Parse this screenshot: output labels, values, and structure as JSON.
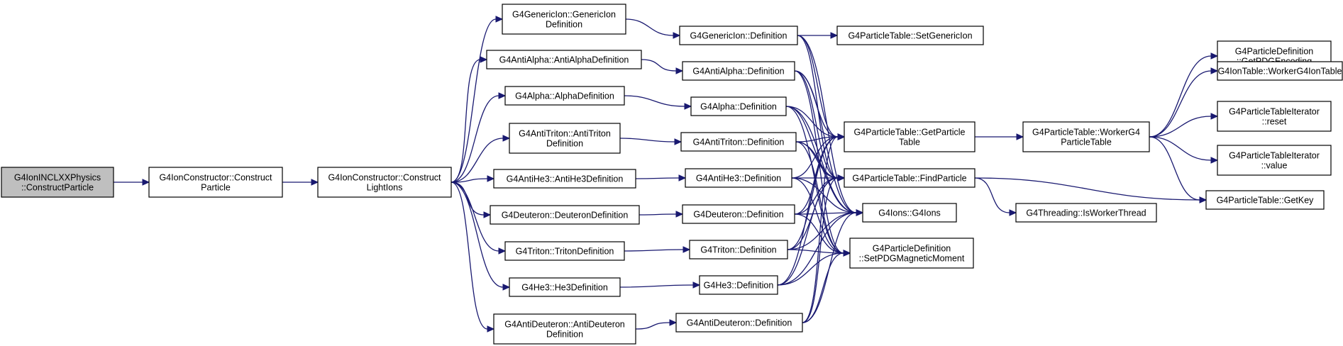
{
  "colors": {
    "edge": "#191970",
    "root_fill": "#bfbfbf",
    "node_fill": "#ffffff",
    "border": "#000000"
  },
  "nodes": [
    {
      "id": "root",
      "lines": [
        "G4IonINCLXXPhysics",
        "::ConstructParticle"
      ],
      "root": true
    },
    {
      "id": "icp",
      "lines": [
        "G4IonConstructor::Construct",
        "Particle"
      ]
    },
    {
      "id": "icli",
      "lines": [
        "G4IonConstructor::Construct",
        "LightIons"
      ]
    },
    {
      "id": "gi_def",
      "lines": [
        "G4GenericIon::GenericIon",
        "Definition"
      ]
    },
    {
      "id": "aa_def",
      "lines": [
        "G4AntiAlpha::AntiAlphaDefinition"
      ]
    },
    {
      "id": "al_def",
      "lines": [
        "G4Alpha::AlphaDefinition"
      ]
    },
    {
      "id": "at_def",
      "lines": [
        "G4AntiTriton::AntiTriton",
        "Definition"
      ]
    },
    {
      "id": "ah_def",
      "lines": [
        "G4AntiHe3::AntiHe3Definition"
      ]
    },
    {
      "id": "de_def",
      "lines": [
        "G4Deuteron::DeuteronDefinition"
      ]
    },
    {
      "id": "tr_def",
      "lines": [
        "G4Triton::TritonDefinition"
      ]
    },
    {
      "id": "he_def",
      "lines": [
        "G4He3::He3Definition"
      ]
    },
    {
      "id": "ad_def",
      "lines": [
        "G4AntiDeuteron::AntiDeuteron",
        "Definition"
      ]
    },
    {
      "id": "gi",
      "lines": [
        "G4GenericIon::Definition"
      ]
    },
    {
      "id": "aa",
      "lines": [
        "G4AntiAlpha::Definition"
      ]
    },
    {
      "id": "al",
      "lines": [
        "G4Alpha::Definition"
      ]
    },
    {
      "id": "at",
      "lines": [
        "G4AntiTriton::Definition"
      ]
    },
    {
      "id": "ah",
      "lines": [
        "G4AntiHe3::Definition"
      ]
    },
    {
      "id": "de",
      "lines": [
        "G4Deuteron::Definition"
      ]
    },
    {
      "id": "tr",
      "lines": [
        "G4Triton::Definition"
      ]
    },
    {
      "id": "he",
      "lines": [
        "G4He3::Definition"
      ]
    },
    {
      "id": "ad",
      "lines": [
        "G4AntiDeuteron::Definition"
      ]
    },
    {
      "id": "sgi",
      "lines": [
        "G4ParticleTable::SetGenericIon"
      ]
    },
    {
      "id": "gpt",
      "lines": [
        "G4ParticleTable::GetParticle",
        "Table"
      ]
    },
    {
      "id": "fp",
      "lines": [
        "G4ParticleTable::FindParticle"
      ]
    },
    {
      "id": "ions",
      "lines": [
        "G4Ions::G4Ions"
      ]
    },
    {
      "id": "spdg",
      "lines": [
        "G4ParticleDefinition",
        "::SetPDGMagneticMoment"
      ]
    },
    {
      "id": "wpt",
      "lines": [
        "G4ParticleTable::WorkerG4",
        "ParticleTable"
      ]
    },
    {
      "id": "iwt",
      "lines": [
        "G4Threading::IsWorkerThread"
      ]
    },
    {
      "id": "gpdg",
      "lines": [
        "G4ParticleDefinition",
        "::GetPDGEncoding"
      ]
    },
    {
      "id": "wit",
      "lines": [
        "G4IonTable::WorkerG4IonTable"
      ]
    },
    {
      "id": "pit_reset",
      "lines": [
        "G4ParticleTableIterator",
        "::reset"
      ]
    },
    {
      "id": "pit_value",
      "lines": [
        "G4ParticleTableIterator",
        "::value"
      ]
    },
    {
      "id": "gk",
      "lines": [
        "G4ParticleTable::GetKey"
      ]
    }
  ],
  "edges": [
    [
      "root",
      "icp"
    ],
    [
      "icp",
      "icli"
    ],
    [
      "icli",
      "gi_def"
    ],
    [
      "icli",
      "aa_def"
    ],
    [
      "icli",
      "al_def"
    ],
    [
      "icli",
      "at_def"
    ],
    [
      "icli",
      "ah_def"
    ],
    [
      "icli",
      "de_def"
    ],
    [
      "icli",
      "tr_def"
    ],
    [
      "icli",
      "he_def"
    ],
    [
      "icli",
      "ad_def"
    ],
    [
      "gi_def",
      "gi"
    ],
    [
      "aa_def",
      "aa"
    ],
    [
      "al_def",
      "al"
    ],
    [
      "at_def",
      "at"
    ],
    [
      "ah_def",
      "ah"
    ],
    [
      "de_def",
      "de"
    ],
    [
      "tr_def",
      "tr"
    ],
    [
      "he_def",
      "he"
    ],
    [
      "ad_def",
      "ad"
    ],
    [
      "gi",
      "sgi"
    ],
    [
      "gi",
      "gpt"
    ],
    [
      "gi",
      "fp"
    ],
    [
      "gi",
      "ions"
    ],
    [
      "aa",
      "gpt"
    ],
    [
      "aa",
      "fp"
    ],
    [
      "aa",
      "ions"
    ],
    [
      "aa",
      "spdg"
    ],
    [
      "al",
      "gpt"
    ],
    [
      "al",
      "fp"
    ],
    [
      "al",
      "ions"
    ],
    [
      "al",
      "spdg"
    ],
    [
      "at",
      "gpt"
    ],
    [
      "at",
      "fp"
    ],
    [
      "at",
      "ions"
    ],
    [
      "at",
      "spdg"
    ],
    [
      "ah",
      "gpt"
    ],
    [
      "ah",
      "fp"
    ],
    [
      "ah",
      "ions"
    ],
    [
      "ah",
      "spdg"
    ],
    [
      "de",
      "gpt"
    ],
    [
      "de",
      "fp"
    ],
    [
      "de",
      "ions"
    ],
    [
      "de",
      "spdg"
    ],
    [
      "tr",
      "gpt"
    ],
    [
      "tr",
      "fp"
    ],
    [
      "tr",
      "ions"
    ],
    [
      "tr",
      "spdg"
    ],
    [
      "he",
      "gpt"
    ],
    [
      "he",
      "fp"
    ],
    [
      "he",
      "ions"
    ],
    [
      "he",
      "spdg"
    ],
    [
      "ad",
      "gpt"
    ],
    [
      "ad",
      "fp"
    ],
    [
      "ad",
      "ions"
    ],
    [
      "ad",
      "spdg"
    ],
    [
      "gpt",
      "wpt"
    ],
    [
      "fp",
      "iwt"
    ],
    [
      "fp",
      "gk"
    ],
    [
      "wpt",
      "gpdg"
    ],
    [
      "wpt",
      "wit"
    ],
    [
      "wpt",
      "pit_reset"
    ],
    [
      "wpt",
      "pit_value"
    ],
    [
      "wpt",
      "gk"
    ]
  ]
}
